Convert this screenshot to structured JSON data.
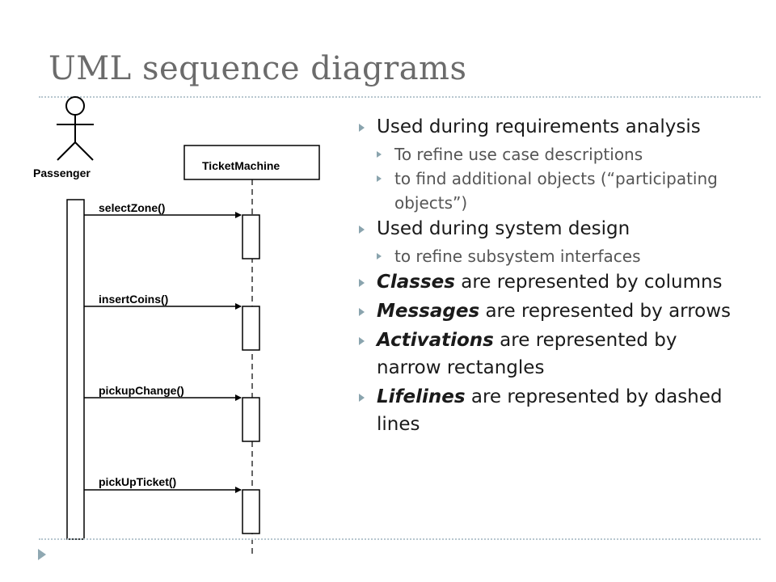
{
  "title": "UML sequence diagrams",
  "diagram": {
    "actor": "Passenger",
    "object": "TicketMachine",
    "messages": [
      "selectZone()",
      "insertCoins()",
      "pickupChange()",
      "pickUpTicket()"
    ]
  },
  "bullets": [
    {
      "level": 1,
      "text": "Used during requirements analysis"
    },
    {
      "level": 2,
      "text": "To refine use case descriptions"
    },
    {
      "level": 2,
      "text": "to find additional objects (“participating objects”)"
    },
    {
      "level": 1,
      "text": "Used during system design"
    },
    {
      "level": 2,
      "text": "to refine subsystem interfaces"
    },
    {
      "level": 1,
      "term": "Classes",
      "text": " are represented by columns"
    },
    {
      "level": 1,
      "term": "Messages",
      "text": " are represented by arrows"
    },
    {
      "level": 1,
      "term": "Activations",
      "text": " are represented by narrow rectangles"
    },
    {
      "level": 1,
      "term": "Lifelines",
      "text": " are represented by dashed lines"
    }
  ],
  "colors": {
    "title": "#6b6b6b",
    "bullet_marker": "#8aa4ae",
    "divider": "#b7c7cf"
  }
}
